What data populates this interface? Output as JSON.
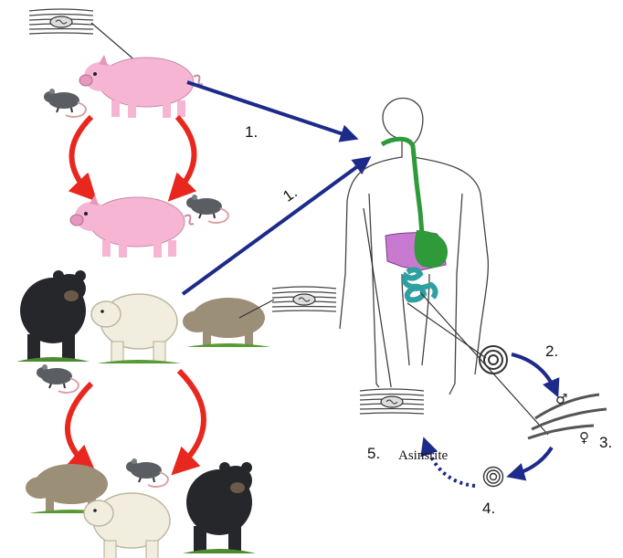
{
  "diagram": {
    "step_labels": {
      "s1a": "1.",
      "s1b": "1.",
      "s2": "2.",
      "s3": "3.",
      "s4": "4.",
      "s5": "5."
    },
    "stage_label": "Asinsrite",
    "sex_symbols": {
      "male": "♂",
      "female": "♀"
    },
    "icons": [
      "pig-icon",
      "rat-icon",
      "bear-icon",
      "polar-bear-icon",
      "boar-icon",
      "human-body-icon",
      "larva-cyst-icon",
      "worm-icon",
      "muscle-tissue-icon"
    ],
    "colors": {
      "cycle_arrow": "#e8271f",
      "infection_arrow": "#1c2a8a",
      "digestive_tract": "#2e9a3a",
      "stomach": "#c77ad0",
      "intestine": "#2fa0a0",
      "pig": "#f5b5d3"
    }
  }
}
